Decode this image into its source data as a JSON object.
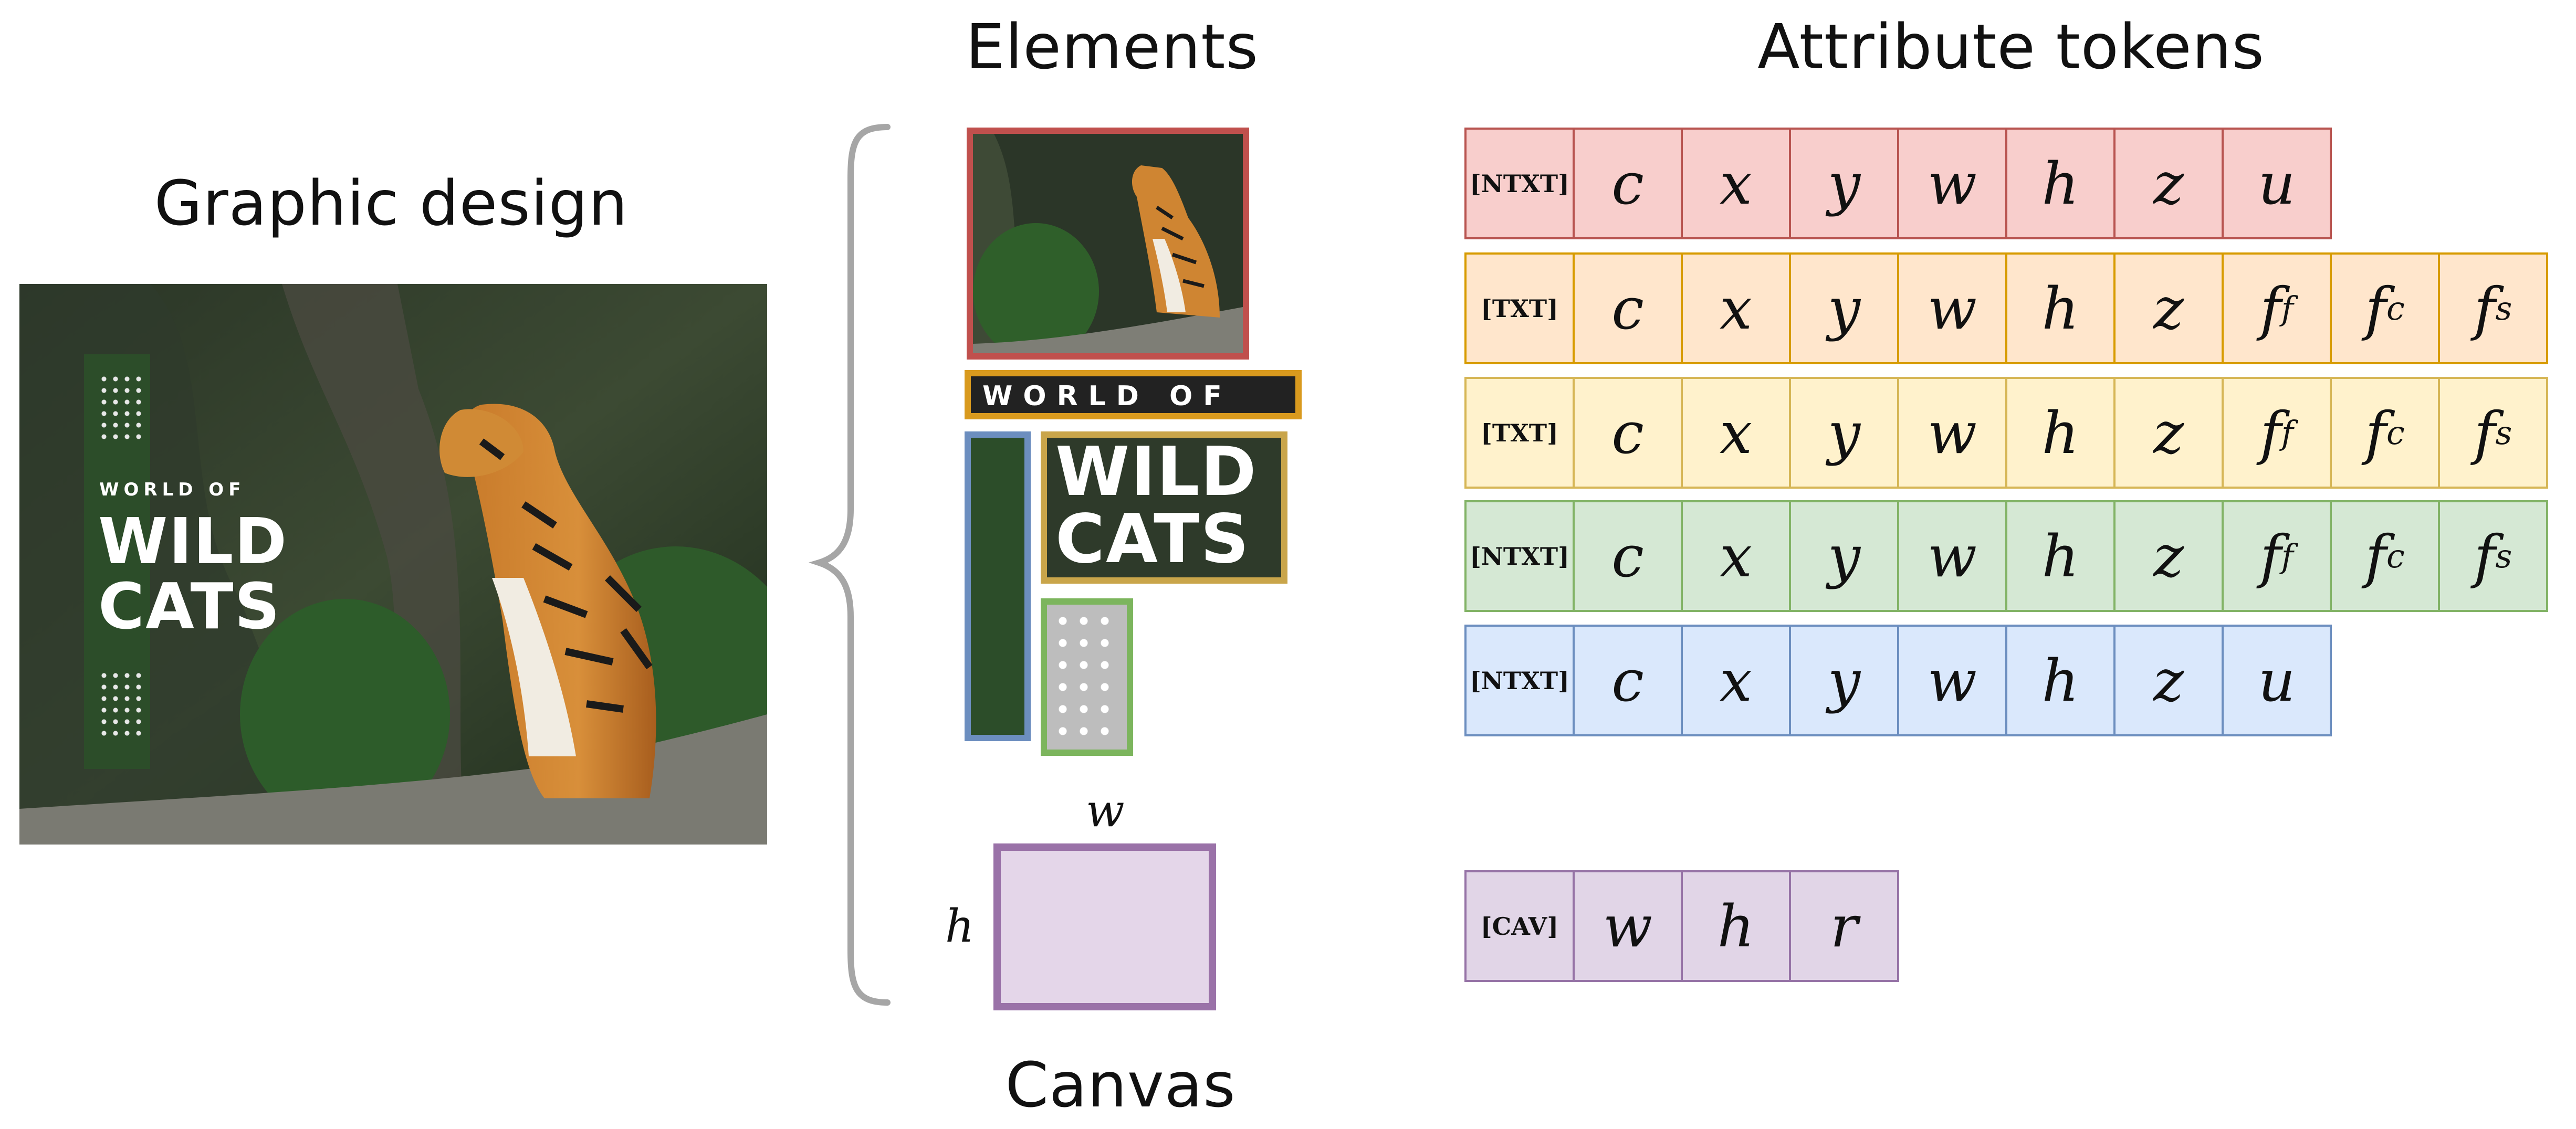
{
  "headings": {
    "graphic_design": "Graphic design",
    "elements": "Elements",
    "attribute_tokens": "Attribute tokens",
    "canvas": "Canvas"
  },
  "poster": {
    "small_text": "WORLD OF",
    "big_text_line1": "WILD",
    "big_text_line2": "CATS"
  },
  "elements": {
    "world_of_text": "WORLD OF",
    "wild_line1": "WILD",
    "wild_line2": "CATS",
    "canvas_w_label": "w",
    "canvas_h_label": "h"
  },
  "token_rows": [
    {
      "tag": "[NTXT]",
      "bg": "#f8cecc",
      "border": "#b85450",
      "tokens": [
        "c",
        "x",
        "y",
        "w",
        "h",
        "z",
        "u"
      ]
    },
    {
      "tag": "[TXT]",
      "bg": "#ffe6cc",
      "border": "#d79b00",
      "tokens": [
        "c",
        "x",
        "y",
        "w",
        "h",
        "z",
        "f|f",
        "f|c",
        "f|s"
      ]
    },
    {
      "tag": "[TXT]",
      "bg": "#fff2cc",
      "border": "#d6b656",
      "tokens": [
        "c",
        "x",
        "y",
        "w",
        "h",
        "z",
        "f|f",
        "f|c",
        "f|s"
      ]
    },
    {
      "tag": "[NTXT]",
      "bg": "#d5e8d4",
      "border": "#82b366",
      "tokens": [
        "c",
        "x",
        "y",
        "w",
        "h",
        "z",
        "f|f",
        "f|c",
        "f|s"
      ]
    },
    {
      "tag": "[NTXT]",
      "bg": "#dae8fc",
      "border": "#6c8ebf",
      "tokens": [
        "c",
        "x",
        "y",
        "w",
        "h",
        "z",
        "u"
      ]
    },
    {
      "tag": "[CAV]",
      "bg": "#e1d5e7",
      "border": "#9673a6",
      "tokens": [
        "w",
        "h",
        "r"
      ]
    }
  ]
}
